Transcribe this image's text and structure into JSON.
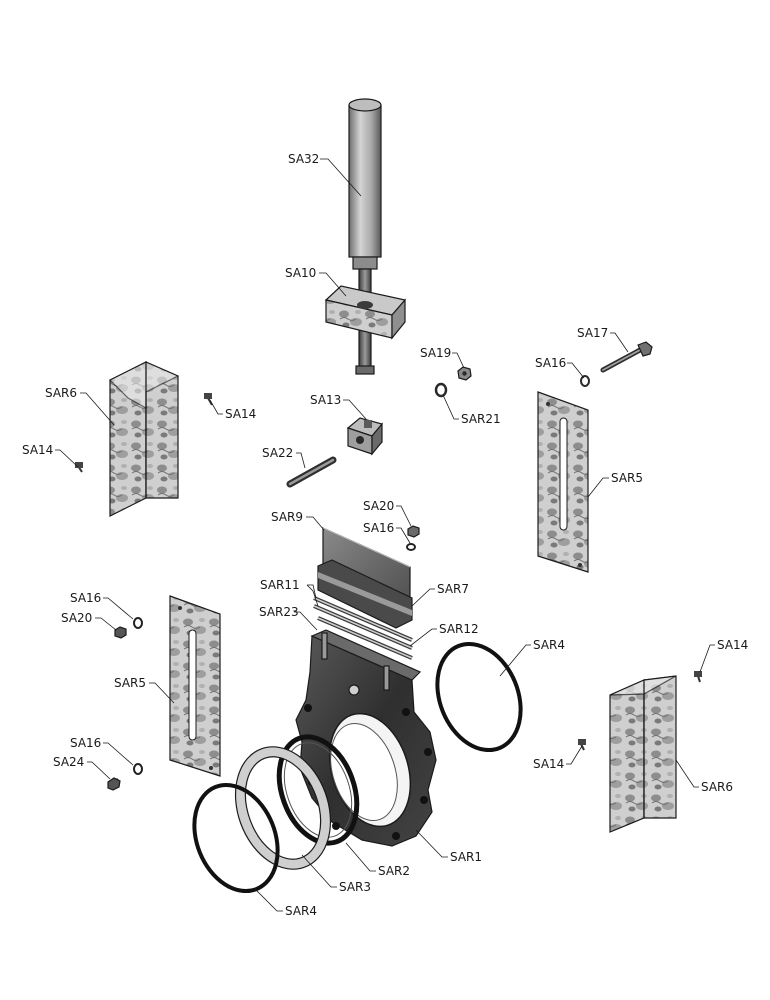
{
  "diagram": {
    "type": "exploded-parts-view",
    "colors": {
      "background": "#ffffff",
      "line": "#1b1b1b",
      "steel_light": "#d9d9d9",
      "steel_mid": "#9a9a9a",
      "steel_dark": "#4a4a4a",
      "body_dark": "#3a3a3a",
      "ring_black": "#111111"
    },
    "parts": [
      {
        "id": "sa32",
        "icon": "cylinder-icon"
      },
      {
        "id": "sa10",
        "icon": "bracket-block-icon"
      },
      {
        "id": "sa13",
        "icon": "clevis-icon"
      },
      {
        "id": "sa22",
        "icon": "pin-icon"
      },
      {
        "id": "sa17",
        "icon": "bolt-icon"
      },
      {
        "id": "sa19",
        "icon": "nut-icon"
      },
      {
        "id": "sa21",
        "icon": "washer-icon"
      },
      {
        "id": "sar6-left",
        "icon": "guard-channel-icon"
      },
      {
        "id": "sar6-right",
        "icon": "guard-channel-icon"
      },
      {
        "id": "sar5-left",
        "icon": "slotted-plate-icon"
      },
      {
        "id": "sar5-right",
        "icon": "slotted-plate-icon"
      },
      {
        "id": "sar9",
        "icon": "gate-plate-icon"
      },
      {
        "id": "sar1",
        "icon": "valve-body-icon"
      },
      {
        "id": "sar2",
        "icon": "seat-ring-icon"
      },
      {
        "id": "sar3",
        "icon": "sleeve-ring-icon"
      },
      {
        "id": "sar4-right",
        "icon": "o-ring-icon"
      },
      {
        "id": "sar4-left",
        "icon": "o-ring-icon"
      }
    ],
    "callouts": [
      {
        "id": "sa32",
        "label": "SA32"
      },
      {
        "id": "sa10",
        "label": "SA10"
      },
      {
        "id": "sa19",
        "label": "SA19"
      },
      {
        "id": "sa17",
        "label": "SA17"
      },
      {
        "id": "sa16-a",
        "label": "SA16"
      },
      {
        "id": "sar6-l",
        "label": "SAR6"
      },
      {
        "id": "sa14-a",
        "label": "SA14"
      },
      {
        "id": "sa13",
        "label": "SA13"
      },
      {
        "id": "sar21",
        "label": "SAR21"
      },
      {
        "id": "sa14-b",
        "label": "SA14"
      },
      {
        "id": "sa22",
        "label": "SA22"
      },
      {
        "id": "sar5-r",
        "label": "SAR5"
      },
      {
        "id": "sa20-a",
        "label": "SA20"
      },
      {
        "id": "sar9",
        "label": "SAR9"
      },
      {
        "id": "sa16-b",
        "label": "SA16"
      },
      {
        "id": "sar11",
        "label": "SAR11"
      },
      {
        "id": "sar7",
        "label": "SAR7"
      },
      {
        "id": "sa16-c",
        "label": "SA16"
      },
      {
        "id": "sa20-b",
        "label": "SA20"
      },
      {
        "id": "sar23",
        "label": "SAR23"
      },
      {
        "id": "sar12",
        "label": "SAR12"
      },
      {
        "id": "sar4-a",
        "label": "SAR4"
      },
      {
        "id": "sa14-c",
        "label": "SA14"
      },
      {
        "id": "sar5-l",
        "label": "SAR5"
      },
      {
        "id": "sa16-d",
        "label": "SA16"
      },
      {
        "id": "sa24",
        "label": "SA24"
      },
      {
        "id": "sa14-d",
        "label": "SA14"
      },
      {
        "id": "sar6-r",
        "label": "SAR6"
      },
      {
        "id": "sar1",
        "label": "SAR1"
      },
      {
        "id": "sar2",
        "label": "SAR2"
      },
      {
        "id": "sar3",
        "label": "SAR3"
      },
      {
        "id": "sar4-b",
        "label": "SAR4"
      }
    ]
  }
}
